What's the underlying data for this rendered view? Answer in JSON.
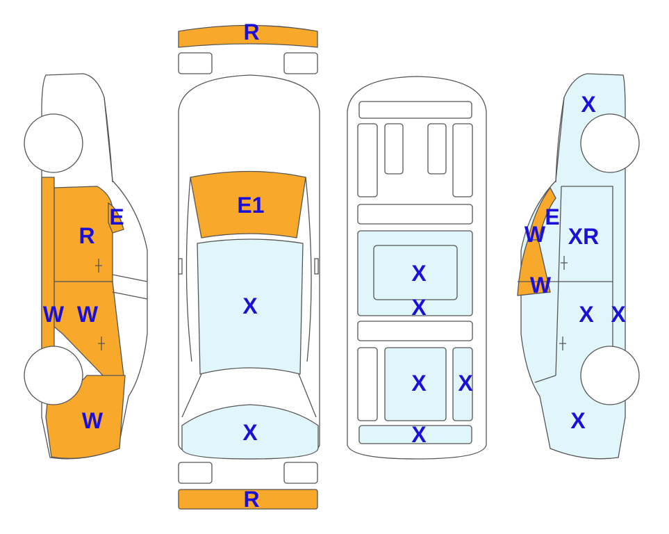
{
  "colors": {
    "orange": "#f8a92c",
    "light_blue": "#e0f6fb",
    "white": "#ffffff",
    "outline": "#555555",
    "label": "#1a10d8"
  },
  "labels": {
    "rear_bumper_top": "R",
    "front_bumper_bottom": "R",
    "hood": "E1",
    "roof": "X",
    "trunk": "X",
    "left_pillar": "E",
    "left_rear_door": "R",
    "left_rocker": "W",
    "left_front_door": "W",
    "left_front_fender": "W",
    "floor_center_upper": "X",
    "floor_center_lower": "X",
    "floor_rear_center": "X",
    "floor_rear_right": "X",
    "floor_rear_bottom": "X",
    "right_pillar": "E",
    "right_window_upper": "W",
    "right_rear_door": "XR",
    "right_window_lower": "W",
    "right_front_door": "X",
    "right_rocker": "X",
    "right_rear_fender": "X",
    "right_front_fender": "X"
  }
}
